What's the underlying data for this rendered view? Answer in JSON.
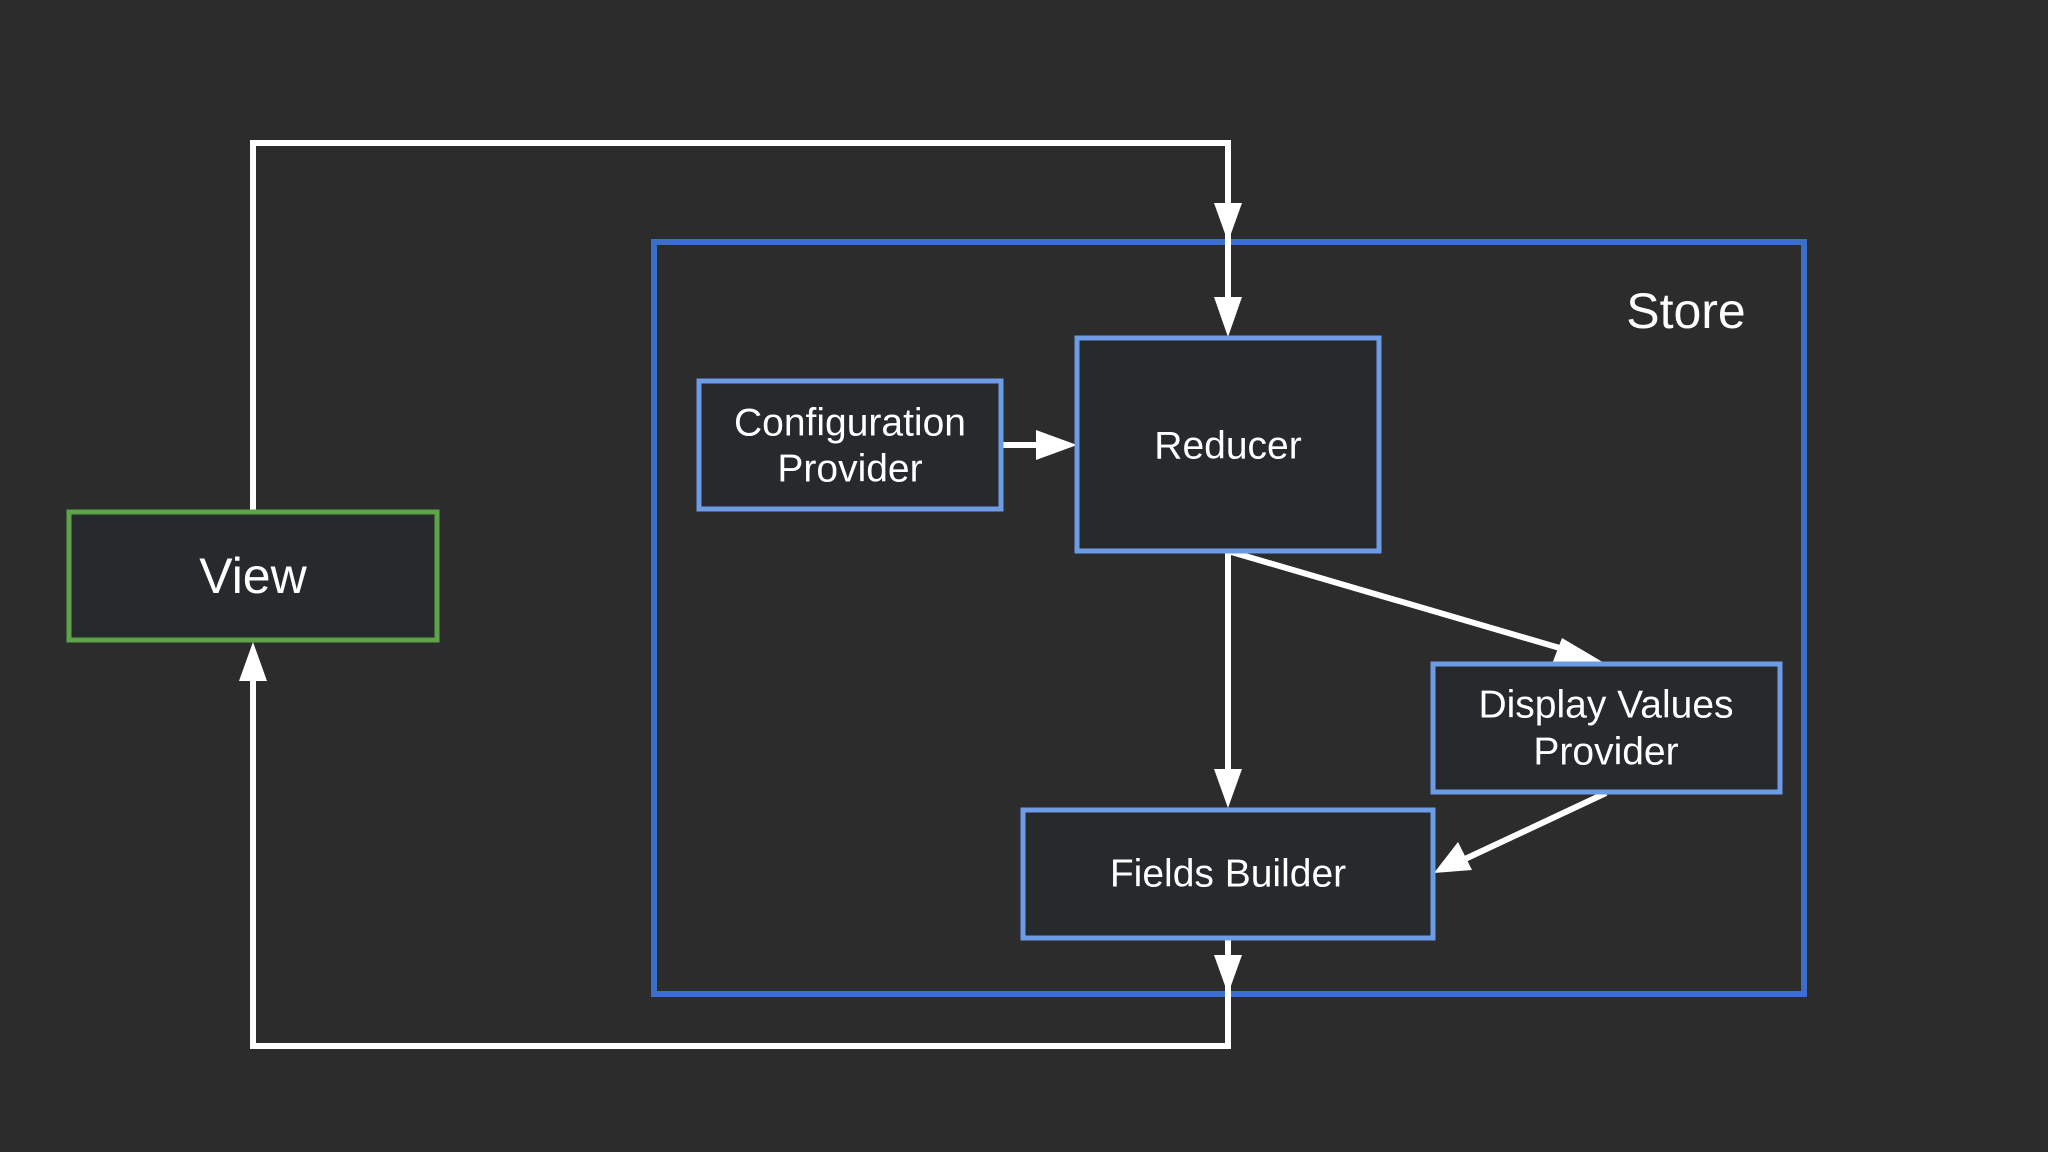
{
  "diagram": {
    "colors": {
      "background": "#2c2c2c",
      "store_border": "#3b6fc9",
      "component_border": "#6d9be6",
      "view_border": "#5ea34a",
      "box_fill": "#262a2c",
      "arrow": "#ffffff",
      "text": "#ffffff"
    },
    "nodes": {
      "store": {
        "label": "Store"
      },
      "view": {
        "label": "View"
      },
      "configuration_provider": {
        "line1": "Configuration",
        "line2": "Provider"
      },
      "reducer": {
        "label": "Reducer"
      },
      "display_values_provider": {
        "line1": "Display Values",
        "line2": "Provider"
      },
      "fields_builder": {
        "label": "Fields Builder"
      }
    },
    "edges": [
      {
        "from": "View",
        "to": "Reducer"
      },
      {
        "from": "Configuration Provider",
        "to": "Reducer"
      },
      {
        "from": "Reducer",
        "to": "Fields Builder"
      },
      {
        "from": "Reducer",
        "to": "Display Values Provider"
      },
      {
        "from": "Display Values Provider",
        "to": "Fields Builder"
      },
      {
        "from": "Fields Builder",
        "to": "View"
      }
    ]
  }
}
